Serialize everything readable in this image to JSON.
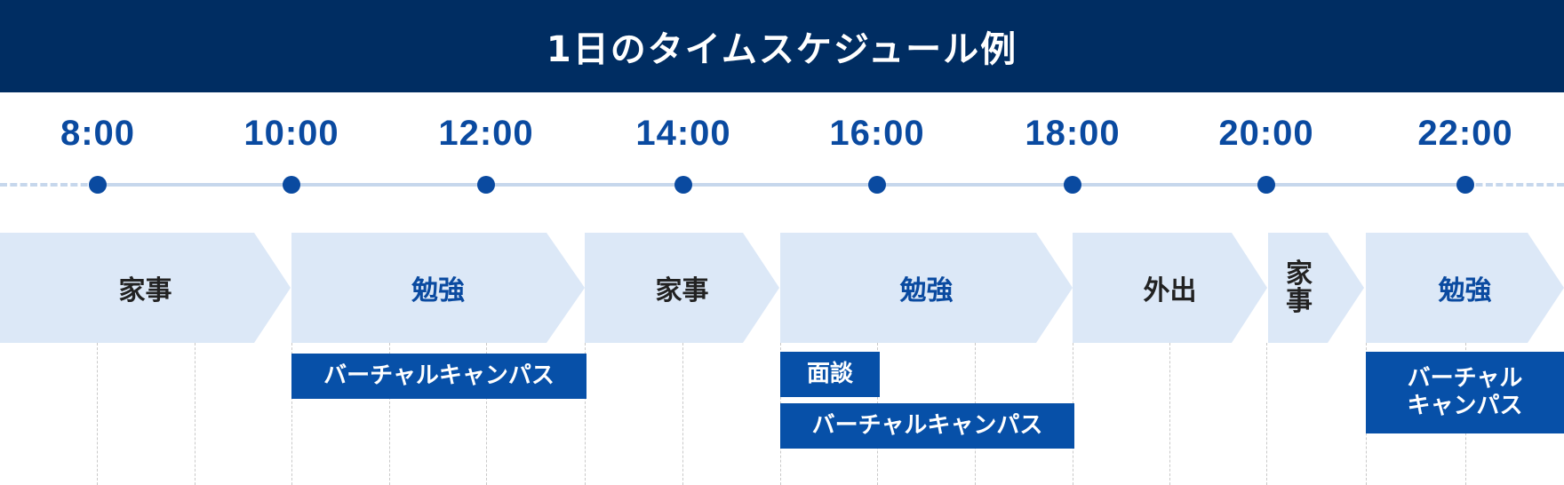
{
  "title": "1日のタイムスケジュール例",
  "times": [
    "8:00",
    "10:00",
    "12:00",
    "14:00",
    "16:00",
    "18:00",
    "20:00",
    "22:00"
  ],
  "activities": [
    {
      "label": "家事",
      "kind": "chore"
    },
    {
      "label": "勉強",
      "kind": "study"
    },
    {
      "label": "家事",
      "kind": "chore"
    },
    {
      "label": "勉強",
      "kind": "study"
    },
    {
      "label": "外出",
      "kind": "chore"
    },
    {
      "label": "家事",
      "kind": "chore"
    },
    {
      "label": "勉強",
      "kind": "study"
    }
  ],
  "sessions": [
    {
      "label": "バーチャルキャンパス"
    },
    {
      "label": "面談"
    },
    {
      "label": "バーチャルキャンパス"
    },
    {
      "label": "バーチャル\nキャンパス"
    }
  ],
  "colors": {
    "header_bg": "#002d62",
    "accent": "#0a4aa0",
    "activity_bg": "#dce8f7",
    "session_bg": "#0750a8"
  }
}
